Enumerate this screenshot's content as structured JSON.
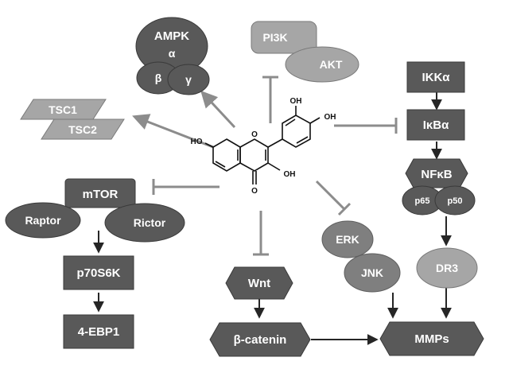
{
  "colors": {
    "dark": "#595959",
    "mid": "#7f7f7f",
    "light": "#a6a6a6",
    "arrow": "#8c8c8c",
    "arrow_dark": "#262626",
    "molecule": "#111111"
  },
  "nodes": {
    "ampk": "AMPK",
    "ampk_alpha": "α",
    "ampk_beta": "β",
    "ampk_gamma": "γ",
    "pi3k": "PI3K",
    "akt": "AKT",
    "ikka": "IKKα",
    "ikba": "IκBα",
    "nfkb": "NFκB",
    "p65": "p65",
    "p50": "p50",
    "tsc1": "TSC1",
    "tsc2": "TSC2",
    "mtor": "mTOR",
    "raptor": "Raptor",
    "rictor": "Rictor",
    "p70s6k": "p70S6K",
    "ebp1": "4-EBP1",
    "erk": "ERK",
    "jnk": "JNK",
    "dr3": "DR3",
    "wnt": "Wnt",
    "bcatenin": "β-catenin",
    "mmps": "MMPs"
  },
  "molecule": {
    "oh_top1": "OH",
    "oh_top2": "OH",
    "oh_left": "HO",
    "oh_right": "OH",
    "carbonyl_o": "O",
    "ring_o": "O"
  }
}
